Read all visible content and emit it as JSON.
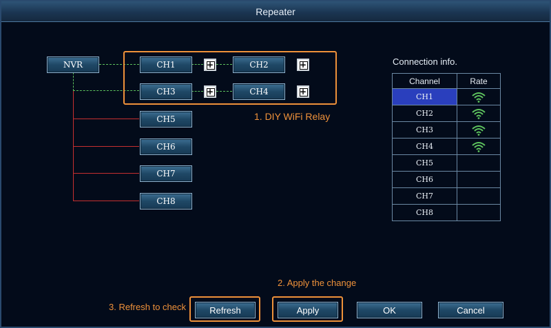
{
  "window": {
    "title": "Repeater"
  },
  "topology": {
    "root": "NVR",
    "channels": [
      "CH1",
      "CH2",
      "CH3",
      "CH4",
      "CH5",
      "CH6",
      "CH7",
      "CH8"
    ],
    "add_symbol": "+"
  },
  "annotations": {
    "diy_relay": "1. DIY WiFi Relay",
    "apply_change": "2. Apply the change",
    "refresh_check": "3. Refresh to check"
  },
  "connection": {
    "label": "Connection info.",
    "headers": [
      "Channel",
      "Rate"
    ],
    "rows": [
      {
        "channel": "CH1",
        "rate": "wifi-strong-icon",
        "selected": true
      },
      {
        "channel": "CH2",
        "rate": "wifi-strong-icon"
      },
      {
        "channel": "CH3",
        "rate": "wifi-strong-icon"
      },
      {
        "channel": "CH4",
        "rate": "wifi-strong-icon"
      },
      {
        "channel": "CH5",
        "rate": ""
      },
      {
        "channel": "CH6",
        "rate": ""
      },
      {
        "channel": "CH7",
        "rate": ""
      },
      {
        "channel": "CH8",
        "rate": ""
      }
    ]
  },
  "buttons": {
    "refresh": "Refresh",
    "apply": "Apply",
    "ok": "OK",
    "cancel": "Cancel"
  },
  "colors": {
    "accent_orange": "#f0923a",
    "wifi_green": "#5ec35e",
    "wired_red": "#c83030",
    "selected_row": "#2a3fbd"
  }
}
